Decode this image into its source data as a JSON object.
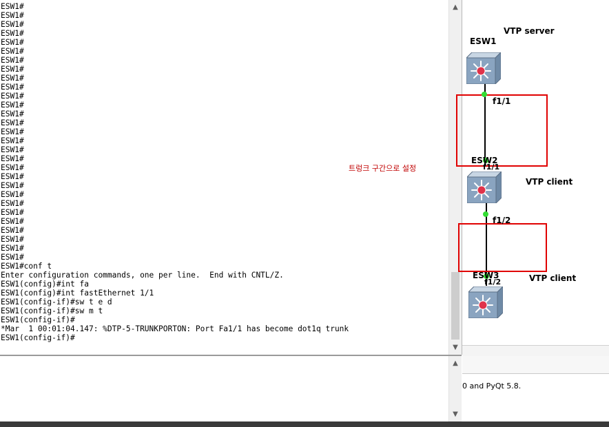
{
  "terminal": {
    "lines": [
      "ESW1#",
      "ESW1#",
      "ESW1#",
      "ESW1#",
      "ESW1#",
      "ESW1#",
      "ESW1#",
      "ESW1#",
      "ESW1#",
      "ESW1#",
      "ESW1#",
      "ESW1#",
      "ESW1#",
      "ESW1#",
      "ESW1#",
      "ESW1#",
      "ESW1#",
      "ESW1#",
      "ESW1#",
      "ESW1#",
      "ESW1#",
      "ESW1#",
      "ESW1#",
      "ESW1#",
      "ESW1#",
      "ESW1#",
      "ESW1#",
      "ESW1#",
      "ESW1#",
      "ESW1#conf t",
      "Enter configuration commands, one per line.  End with CNTL/Z.",
      "ESW1(config)#int fa",
      "ESW1(config)#int fastEthernet 1/1",
      "ESW1(config-if)#sw t e d",
      "ESW1(config-if)#sw m t",
      "ESW1(config-if)#",
      "*Mar  1 00:01:04.147: %DTP-5-TRUNKPORTON: Port Fa1/1 has become dot1q trunk",
      "ESW1(config-if)#"
    ]
  },
  "annotation": "트렁크 구간으로 설정",
  "topology": {
    "esw1": {
      "name": "ESW1",
      "role": "VTP server"
    },
    "esw2": {
      "name": "ESW2",
      "role": "VTP client"
    },
    "esw3": {
      "name": "ESW3",
      "role": "VTP client"
    },
    "ports": {
      "esw1_f1_1": "f1/1",
      "esw2_top": "f1/1",
      "esw2_bottom": "f1/2",
      "esw3_top": "f1/2"
    },
    "colors": {
      "link_up": "#33dd33",
      "highlight": "#e00000"
    }
  },
  "lower_console": {
    "text": "0 and PyQt 5.8."
  },
  "icons": {
    "up": "▲",
    "down": "▼"
  }
}
